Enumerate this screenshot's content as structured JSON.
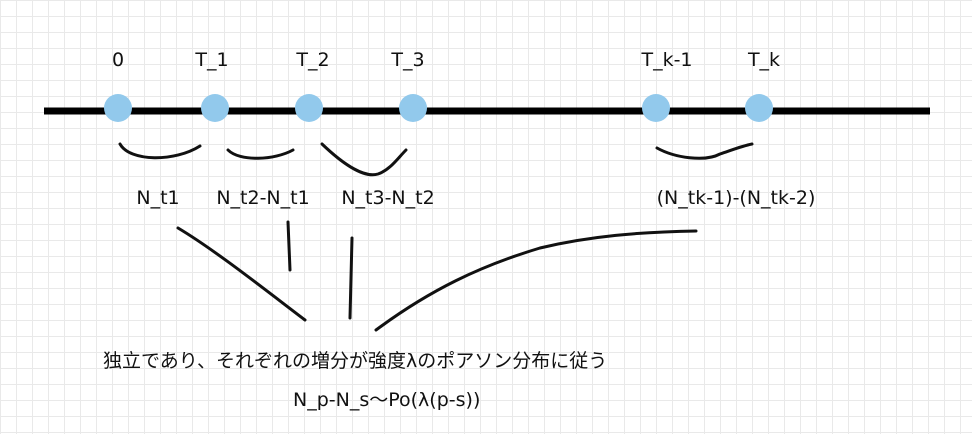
{
  "timeline": {
    "points": [
      "0",
      "T_1",
      "T_2",
      "T_3",
      "T_k-1",
      "T_k"
    ],
    "increments": [
      "N_t1",
      "N_t2-N_t1",
      "N_t3-N_t2",
      "(N_tk-1)-(N_tk-2)"
    ]
  },
  "caption": {
    "statement": "独立であり、それぞれの増分が強度λのポアソン分布に従う",
    "formula": "N_p-N_s〜Po(λ(p-s))"
  },
  "colors": {
    "axis": "#000000",
    "node": "#92c9ec",
    "ink": "#111111"
  }
}
